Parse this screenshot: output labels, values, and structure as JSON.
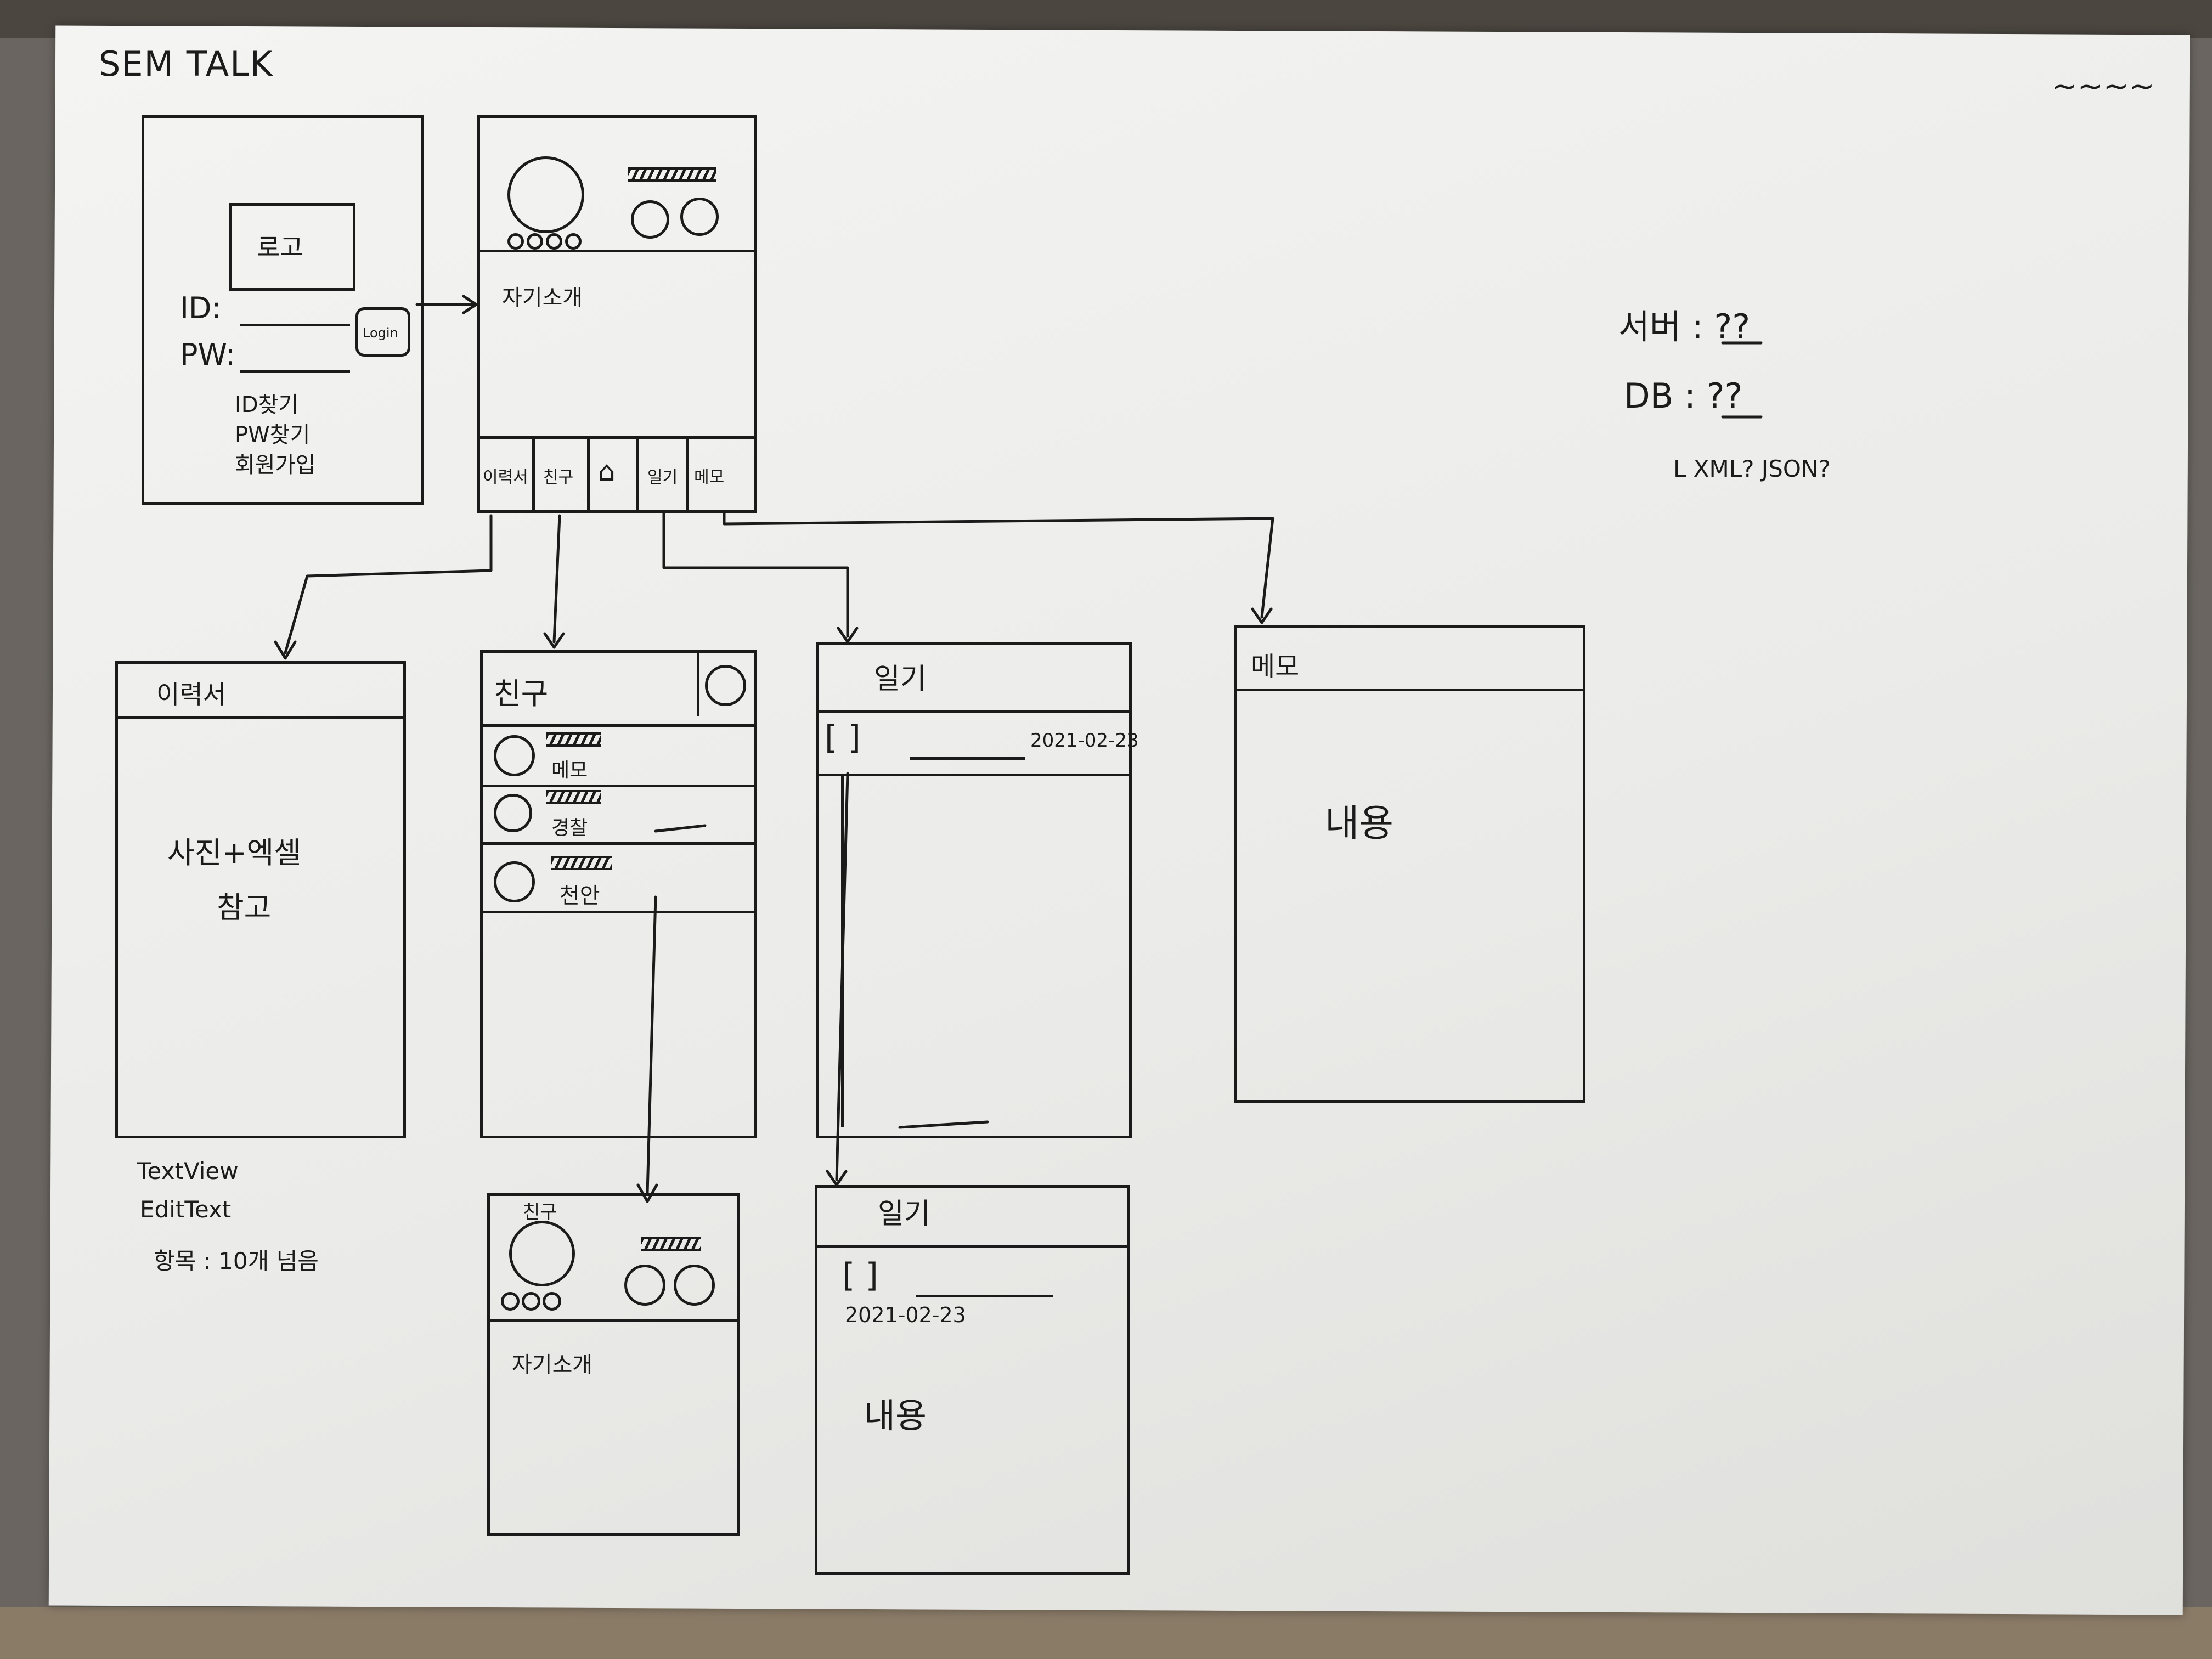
{
  "title": "SEM TALK",
  "corner_mark": "~~~~",
  "notes": {
    "server": "서버 : ??",
    "db": "DB : ??",
    "format": "L XML? JSON?"
  },
  "login": {
    "logo": "로고",
    "id_label": "ID:",
    "pw_label": "PW:",
    "login_button": "Login",
    "find_id": "ID찾기",
    "find_pw": "PW찾기",
    "signup": "회원가입"
  },
  "profile": {
    "intro": "자기소개",
    "tabs": [
      "이력서",
      "친구",
      "⌂",
      "일기",
      "메모"
    ]
  },
  "resume": {
    "title": "이력서",
    "line1": "사진+엑셀",
    "line2": "참고",
    "note1": "TextView",
    "note2": "EditText",
    "note3": "항목 : 10개 넘음"
  },
  "friends": {
    "title": "친구",
    "add_icon": "⊕",
    "rows": [
      {
        "status": "메모"
      },
      {
        "status": "경찰"
      },
      {
        "status": "천안"
      }
    ]
  },
  "friend_profile": {
    "title": "친구",
    "intro": "자기소개"
  },
  "diary_list": {
    "title": "일기",
    "bracket": "[  ]",
    "date": "2021-02-23"
  },
  "diary_detail": {
    "title": "일기",
    "bracket": "[  ]",
    "date": "2021-02-23",
    "content": "내용"
  },
  "memo": {
    "title": "메모",
    "content": "내용"
  }
}
